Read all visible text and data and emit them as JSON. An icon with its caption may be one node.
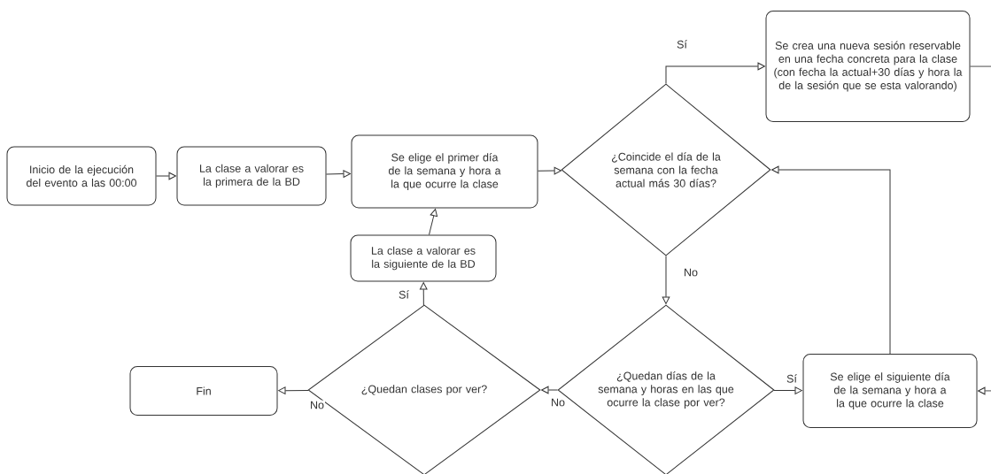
{
  "diagram": {
    "nodes": [
      {
        "text": [
          "Inicio de la ejecución del evento a las 00:00"
        ]
      },
      {
        "text": [
          "La clase a valorar es la primera de la BD"
        ]
      },
      {
        "text": [
          "Se elige el primer día de la semana y hora a la que ocurre la clase"
        ]
      },
      {
        "text": [
          "¿Coincide el día de la semana con la fecha actual más 30 días?"
        ]
      },
      {
        "text": [
          "La clase a valorar es la siguiente de la BD"
        ]
      },
      {
        "text": [
          "Se crea una nueva sesión reservable en una fecha concreta para la clase (con fecha la actual+30 días y hora la de la sesión que se esta valorando)"
        ]
      },
      {
        "text": [
          "¿Quedan días de la semana y horas en las que ocurre la clase por ver?"
        ]
      },
      {
        "text": [
          "Se elige el siguiente día de la semana y hora a la que ocurre la clase"
        ]
      },
      {
        "text": [
          "¿Quedan clases por ver?"
        ]
      },
      {
        "text": [
          "Fin"
        ]
      }
    ],
    "edges": [
      {
        "from": 0,
        "to": 1,
        "arrow": "to"
      },
      {
        "from": 1,
        "to": 2,
        "arrow": "to"
      },
      {
        "from": 2,
        "to": 3,
        "arrow": "to"
      },
      {
        "from": 3,
        "to": 5,
        "arrow": "to",
        "label": "Sí"
      },
      {
        "from": 3,
        "to": 6,
        "arrow": "to",
        "label": "No"
      },
      {
        "from": 6,
        "to": 7,
        "arrow": "to",
        "label": "Sí"
      },
      {
        "from": 6,
        "to": 8,
        "arrow": "to",
        "label": "No"
      },
      {
        "from": 8,
        "to": 9,
        "arrow": "to",
        "label": "No"
      },
      {
        "from": 8,
        "to": 4,
        "arrow": "to",
        "label": "Sí"
      },
      {
        "from": 4,
        "to": 2,
        "arrow": "to"
      },
      {
        "from": 7,
        "to": 3,
        "arrow": "to"
      },
      {
        "from": 5,
        "to": 7,
        "arrow": "to"
      }
    ]
  }
}
